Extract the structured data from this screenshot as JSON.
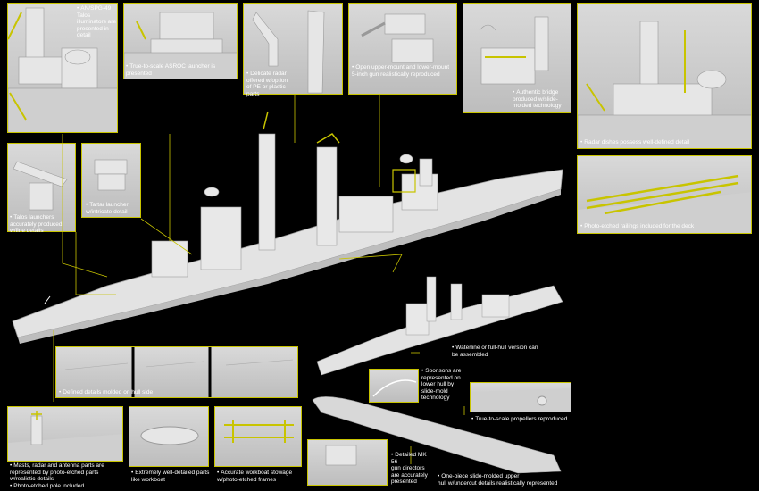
{
  "callouts": {
    "talos_illuminators": [
      "AN/SPG-49 Talos",
      "illuminators are",
      "presented in detail"
    ],
    "asroc": [
      "True-to-scale ASROC launcher is",
      "presented"
    ],
    "radar_pe": [
      "Delicate radar",
      "offered w/option",
      "of PE or plastic",
      "parts"
    ],
    "gun": [
      "Open upper-mount and lower-mount",
      "5-inch gun realistically reproduced"
    ],
    "bridge": [
      "Authentic bridge",
      "produced w/slide-",
      "molded technology"
    ],
    "radar_dishes": [
      "Radar dishes possess well-defined detail"
    ],
    "railings": [
      "Photo-etched railings included for the deck"
    ],
    "talos_launchers": [
      "Talos launchers",
      "accurately produced",
      "w/fine details"
    ],
    "tartar": [
      "Tartar launcher",
      "w/intricate detail"
    ],
    "hull_details": [
      "Defined details molded on hull side"
    ],
    "waterline": [
      "Waterline or full-hull version can",
      "be assembled"
    ],
    "sponsons": [
      "Sponsons are",
      "represented on",
      "lower hull by",
      "slide-mold",
      "technology"
    ],
    "propellers": [
      "True-to-scale propellers reproduced"
    ],
    "masts": [
      "Masts, radar and antenna parts are",
      "represented by photo-etched parts",
      "w/realistic details"
    ],
    "pole": [
      "Photo-etched pole included"
    ],
    "workboat": [
      "Extremely well-detailed parts",
      "like workboat"
    ],
    "stowage": [
      "Accurate workboat stowage",
      "w/photo-etched frames"
    ],
    "mk56": [
      "Detailed MK 56",
      "gun directors",
      "are accurately",
      "presented"
    ],
    "one_piece_hull": [
      "One-piece slide-molded upper",
      "hull w/undercut details realistically represented"
    ]
  },
  "colors": {
    "accent": "#c8c400",
    "model": "#d3d3d3",
    "bg": "#000000"
  }
}
